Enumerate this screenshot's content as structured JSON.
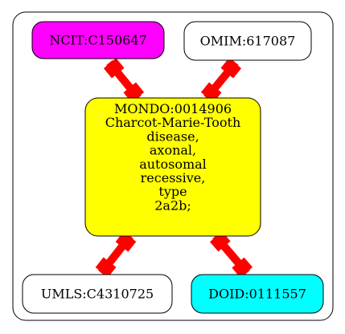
{
  "graph": {
    "nodes": [
      {
        "id": "center",
        "lines": [
          "MONDO:0014906",
          "Charcot-Marie-Tooth",
          "disease,",
          "axonal,",
          "autosomal",
          "recessive,",
          "type",
          "2a2b;"
        ],
        "fill": "#ffff00"
      },
      {
        "id": "ncit",
        "lines": [
          "NCIT:C150647"
        ],
        "fill": "#ff00ff"
      },
      {
        "id": "omim",
        "lines": [
          "OMIM:617087"
        ],
        "fill": "#ffffff"
      },
      {
        "id": "umls",
        "lines": [
          "UMLS:C4310725"
        ],
        "fill": "#ffffff"
      },
      {
        "id": "doid",
        "lines": [
          "DOID:0111557"
        ],
        "fill": "#00ffff"
      }
    ],
    "edges": [
      {
        "from": "center",
        "to": "ncit"
      },
      {
        "from": "center",
        "to": "omim"
      },
      {
        "from": "center",
        "to": "umls"
      },
      {
        "from": "center",
        "to": "doid"
      }
    ],
    "edge_color": "#ff0000",
    "stroke_color": "#000000"
  }
}
